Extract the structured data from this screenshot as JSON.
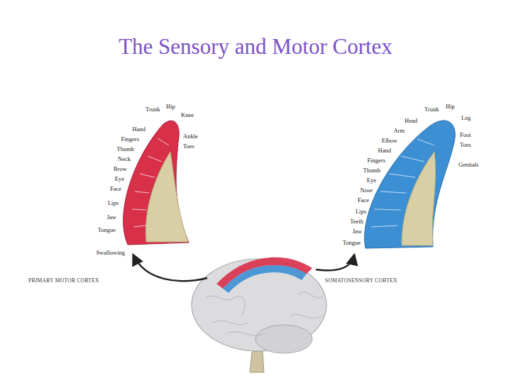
{
  "diagram": {
    "title": "The Sensory and Motor Cortex",
    "labels": [
      "Trunk",
      "Hip",
      "Knee",
      "Ankle",
      "Toes",
      "Hand",
      "Fingers",
      "Thumb",
      "Neck",
      "Brow",
      "Eye",
      "Face",
      "Lips",
      "Jaw",
      "Tongue",
      "Swallowing",
      "Trunk",
      "Hip",
      "Leg",
      "Foot",
      "Toes",
      "Genitals",
      "Head",
      "Arm",
      "Elbow",
      "Hand",
      "Fingers",
      "Thumb",
      "Eye",
      "Nose",
      "Face",
      "Lips",
      "Teeth",
      "Jaw",
      "Tongue",
      "PRIMARY MOTOR CORTEX",
      "SOMATOSENSORY CORTEX"
    ]
  }
}
